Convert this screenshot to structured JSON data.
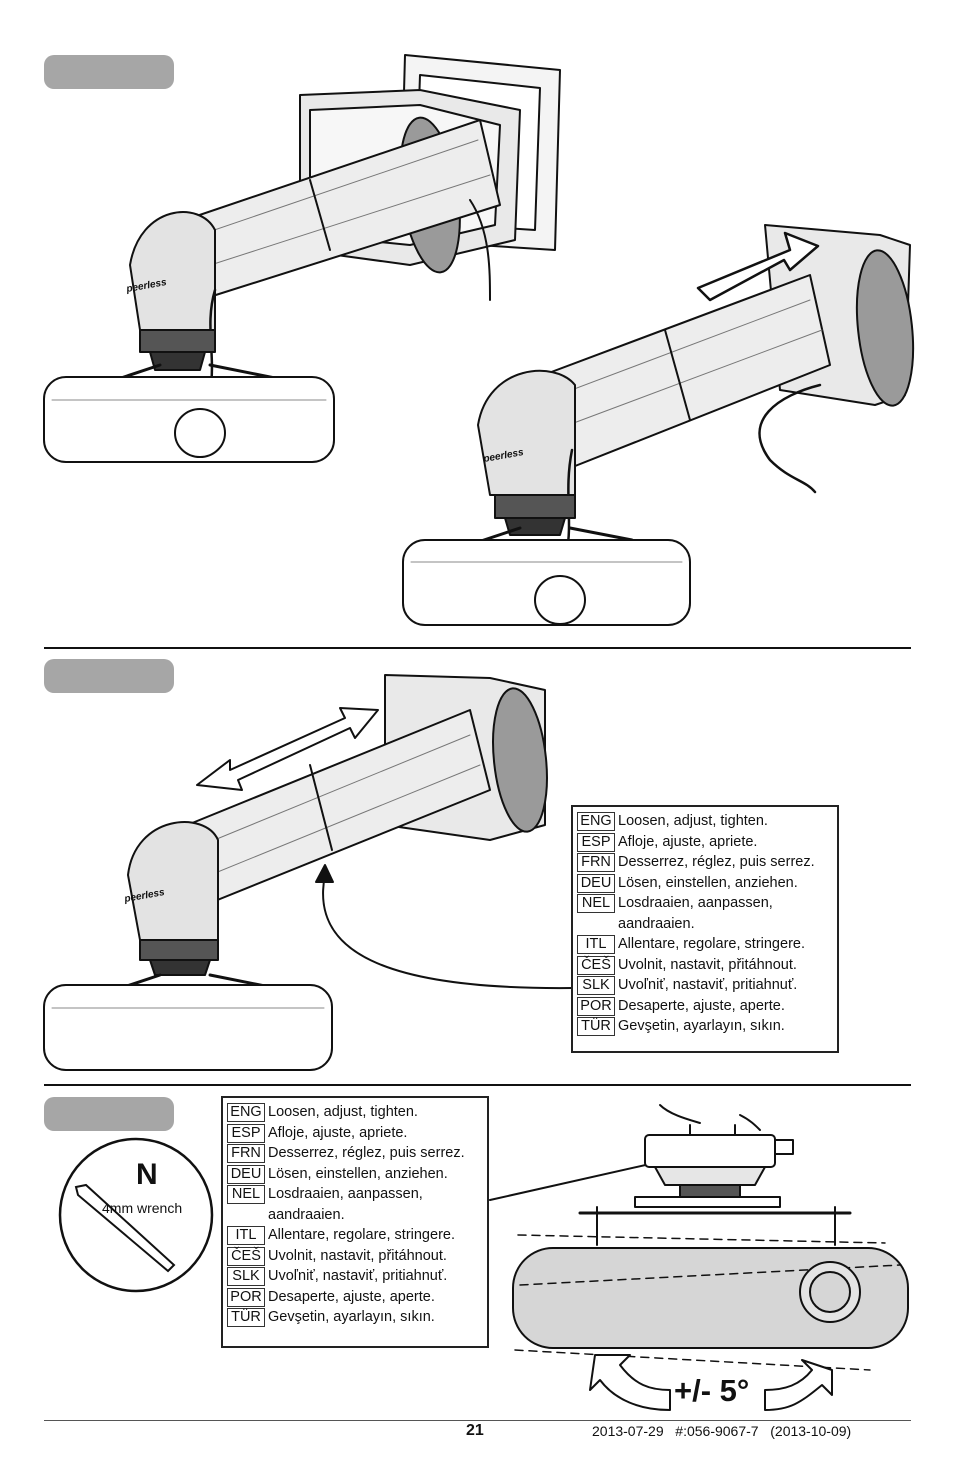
{
  "illustrations": {
    "brand_mark": "peerless",
    "wrench_letter": "N",
    "wrench_label": "4mm wrench",
    "tilt_label": "+/- 5°"
  },
  "instructions_top": [
    {
      "code": "ENG",
      "text": "Loosen, adjust, tighten."
    },
    {
      "code": "ESP",
      "text": "Afloje, ajuste, apriete."
    },
    {
      "code": "FRN",
      "text": "Desserrez, réglez, puis serrez."
    },
    {
      "code": "DEU",
      "text": "Lösen, einstellen, anziehen."
    },
    {
      "code": "NEL",
      "text": "Losdraaien, aanpassen, aandraaien."
    },
    {
      "code": "ITL",
      "text": "Allentare, regolare, stringere."
    },
    {
      "code": "ČEŠ",
      "text": "Uvolnit, nastavit, přitáhnout."
    },
    {
      "code": "SLK",
      "text": "Uvoľniť, nastaviť, pritiahnuť."
    },
    {
      "code": "POR",
      "text": "Desaperte, ajuste, aperte."
    },
    {
      "code": "TÜR",
      "text": "Gevşetin, ayarlayın, sıkın."
    }
  ],
  "instructions_bottom": [
    {
      "code": "ENG",
      "text": "Loosen, adjust, tighten."
    },
    {
      "code": "ESP",
      "text": "Afloje, ajuste, apriete."
    },
    {
      "code": "FRN",
      "text": "Desserrez, réglez, puis serrez."
    },
    {
      "code": "DEU",
      "text": "Lösen, einstellen, anziehen."
    },
    {
      "code": "NEL",
      "text": "Losdraaien, aanpassen, aandraaien."
    },
    {
      "code": "ITL",
      "text": "Allentare, regolare, stringere."
    },
    {
      "code": "ČEŠ",
      "text": "Uvolnit, nastavit, přitáhnout."
    },
    {
      "code": "SLK",
      "text": "Uvoľniť, nastaviť, pritiahnuť."
    },
    {
      "code": "POR",
      "text": "Desaperte, ajuste, aperte."
    },
    {
      "code": "TÜR",
      "text": "Gevşetin, ayarlayın, sıkın."
    }
  ],
  "footer": {
    "page_number": "21",
    "doc_info": "2013-07-29   #:056-9067-7   (2013-10-09)"
  }
}
